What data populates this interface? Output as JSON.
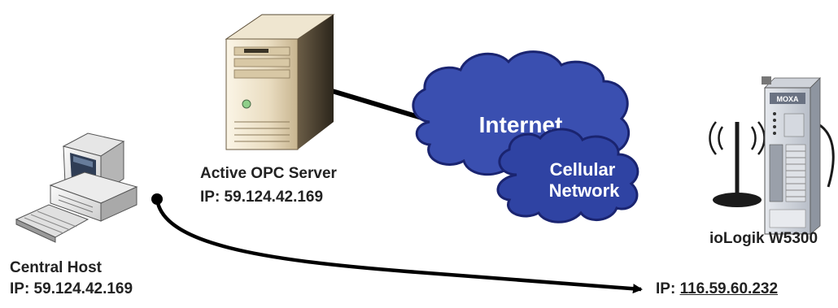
{
  "server": {
    "name": "Active OPC Server",
    "ip": "IP: 59.124.42.169"
  },
  "host": {
    "name": "Central Host",
    "ip": "IP: 59.124.42.169"
  },
  "device": {
    "name": "ioLogik W5300",
    "ip_prefix": "IP: ",
    "ip_value": "116.59.60.232",
    "brand": "MOXA"
  },
  "clouds": {
    "internet": "Internet",
    "cellular_line1": "Cellular",
    "cellular_line2": "Network"
  },
  "colors": {
    "cloud_fill": "#3a4fb0",
    "cloud_stroke": "#1a2470",
    "cloud_inner_fill": "#2f43a3",
    "line": "#000000",
    "label_text": "#222222"
  },
  "icons": {
    "server": "tower-server-icon",
    "host": "desktop-computer-icon",
    "device": "iologik-device-icon",
    "antenna": "antenna-icon"
  }
}
